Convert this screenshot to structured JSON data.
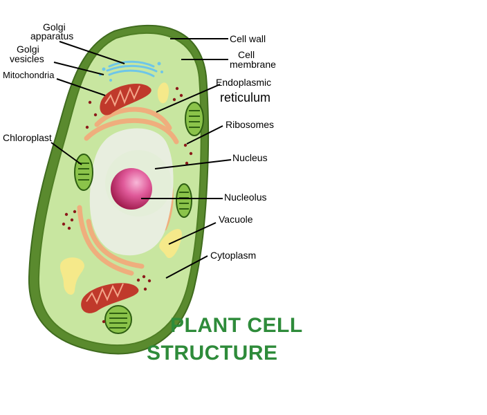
{
  "title": {
    "line1": "PLANT CELL",
    "line2": "STRUCTURE"
  },
  "labels": {
    "golgi_apparatus_1": "Golgi",
    "golgi_apparatus_2": "apparatus",
    "golgi_vesicles_1": "Golgi",
    "golgi_vesicles_2": "vesicles",
    "mitochondria": "Mitochondria",
    "chloroplast": "Chloroplast",
    "cell_wall": "Cell wall",
    "cell_membrane_1": "Cell",
    "cell_membrane_2": "membrane",
    "er_1": "Endoplasmic",
    "er_2": "reticulum",
    "ribosomes": "Ribosomes",
    "nucleus": "Nucleus",
    "nucleolus": "Nucleolus",
    "vacuole": "Vacuole",
    "cytoplasm": "Cytoplasm"
  },
  "colors": {
    "cell_wall": "#5a8a2e",
    "cell_wall_dark": "#3f6b1e",
    "cytoplasm": "#c8e6a0",
    "vacuole": "#e8eedf",
    "nucleolus": "#c2185b",
    "mitochondria": "#c0392b",
    "er": "#f4a97a",
    "chloroplast": "#8bc34a",
    "golgi": "#6ec6e8",
    "ribosome": "#8b1a1a",
    "small_vacuole": "#f5e98a",
    "title": "#2e8b3a"
  }
}
